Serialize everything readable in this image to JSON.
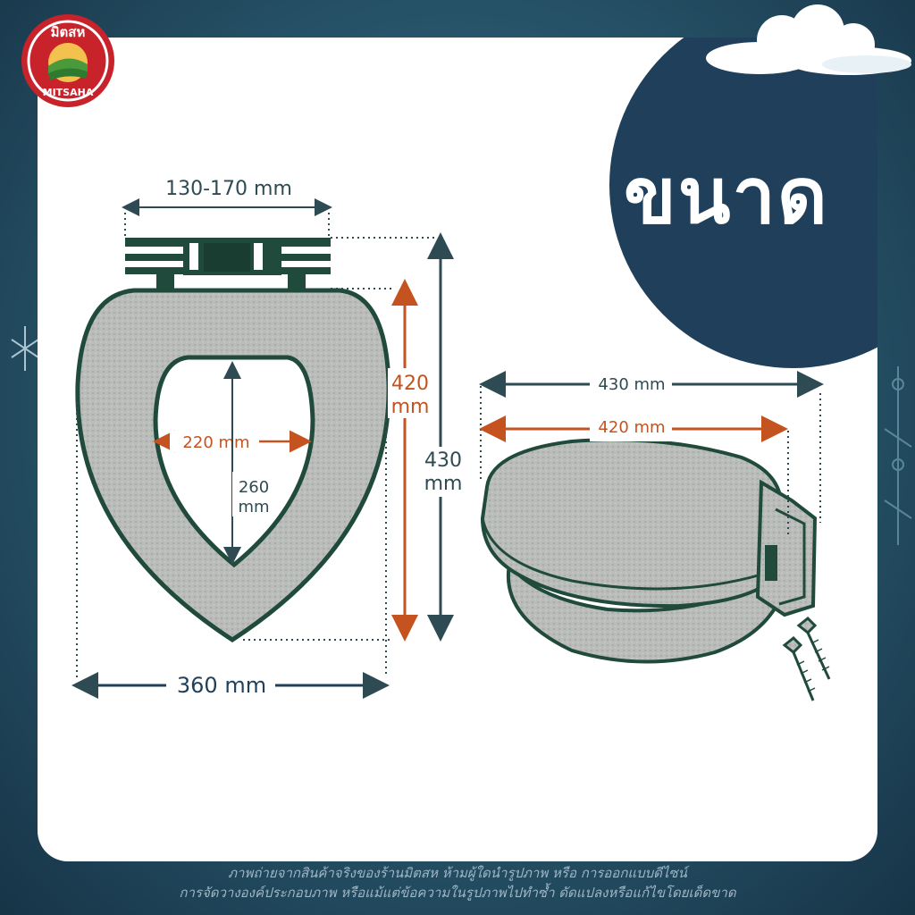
{
  "brand": {
    "logo_top": "มิตสห",
    "logo_bottom": "MITSAHA"
  },
  "heading": "ขนาด",
  "front_view": {
    "hinge_width": "130-170 mm",
    "outer_height_cm": "420",
    "outer_height_unit": "mm",
    "total_height_cm": "430",
    "total_height_unit": "mm",
    "inner_width": "220 mm",
    "inner_length_cm": "260",
    "inner_length_unit": "mm",
    "outer_width": "360 mm"
  },
  "side_view": {
    "total_length": "430 mm",
    "seat_length": "420 mm"
  },
  "footer": {
    "line1": "ภาพถ่ายจากสินค้าจริงของร้านมิตสห ห้ามผู้ใดนำรูปภาพ หรือ การออกแบบดีไซน์",
    "line2": "การจัดวางองค์ประกอบภาพ หรือแม้แต่ข้อความในรูปภาพไปทำซ้ำ ดัดแปลงหรือแก้ไขโดยเด็ดขาด"
  },
  "colors": {
    "navy": "#1f3f5a",
    "dim_dark": "#2e4a52",
    "dim_orange": "#c4531f",
    "seat_green": "#1f4a3c"
  }
}
